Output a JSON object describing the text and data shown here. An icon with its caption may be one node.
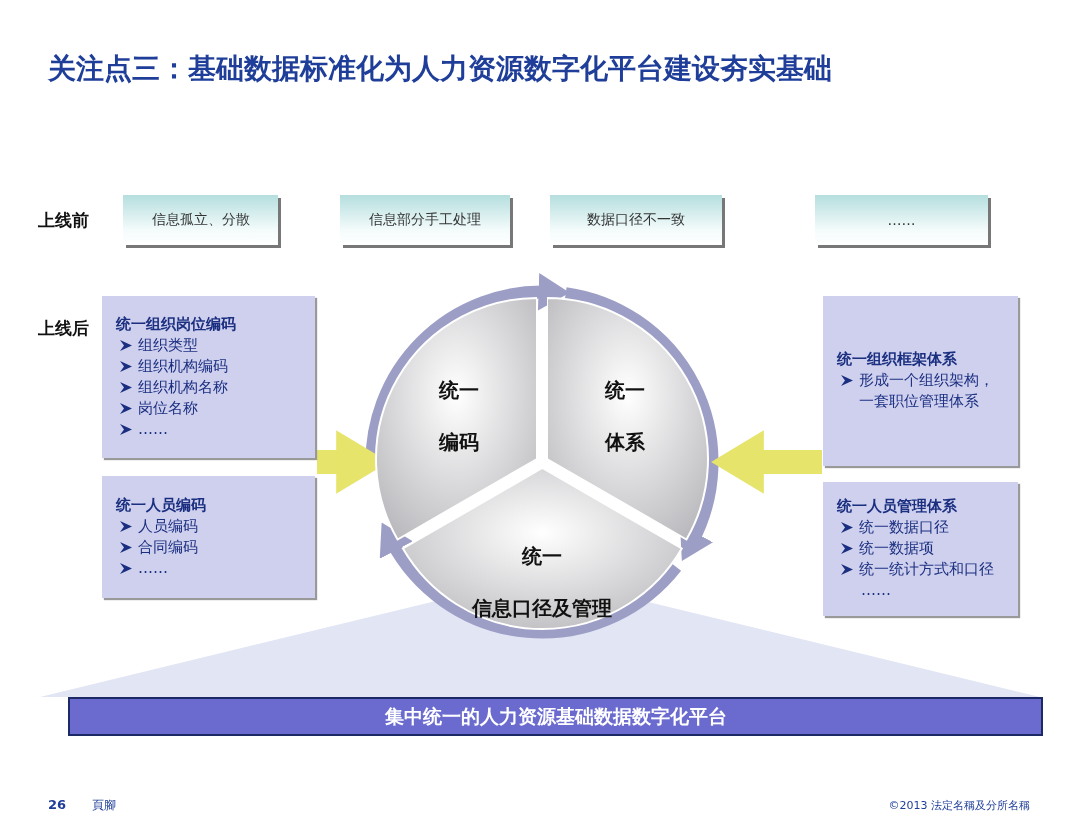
{
  "diagram": {
    "title": "关注点三：基础数据标准化为人力资源数字化平台建设夯实基础",
    "nodes": [
      {
        "text": [
          "信息孤立、分散"
        ]
      },
      {
        "text": [
          "信息部分手工处理"
        ]
      },
      {
        "text": [
          "数据口径不一致"
        ]
      },
      {
        "text": [
          "……"
        ]
      },
      {
        "text": [
          "统一组织岗位编码",
          "组织类型",
          "组织机构编码",
          "组织机构名称",
          "岗位名称",
          "……"
        ]
      },
      {
        "text": [
          "统一人员编码",
          "人员编码",
          "合同编码",
          "……"
        ]
      },
      {
        "text": [
          "统一",
          "编码"
        ]
      },
      {
        "text": [
          "统一",
          "体系"
        ]
      },
      {
        "text": [
          "统一",
          "信息口径及管理"
        ]
      },
      {
        "text": [
          "统一组织框架体系",
          "形成一个组织架构，一套职位管理体系"
        ]
      },
      {
        "text": [
          "统一人员管理体系",
          "统一数据口径",
          "统一数据项",
          "统一统计方式和口径",
          "……"
        ]
      },
      {
        "text": [
          "集中统一的人力资源基础数据数字化平台"
        ]
      }
    ],
    "edges": [
      {
        "from": 6,
        "to": 7,
        "arrow": "to"
      },
      {
        "from": 7,
        "to": 8,
        "arrow": "to"
      },
      {
        "from": 8,
        "to": 6,
        "arrow": "to"
      },
      {
        "from": 4,
        "to": 6,
        "arrow": "to",
        "style": "thick",
        "color": "#e6e46a"
      },
      {
        "from": 9,
        "to": 7,
        "arrow": "to",
        "style": "thick",
        "color": "#e6e46a"
      }
    ],
    "labels": [
      "上线前",
      "上线后",
      "26",
      "頁腳",
      "©2013 法定名稱及分所名稱"
    ]
  }
}
